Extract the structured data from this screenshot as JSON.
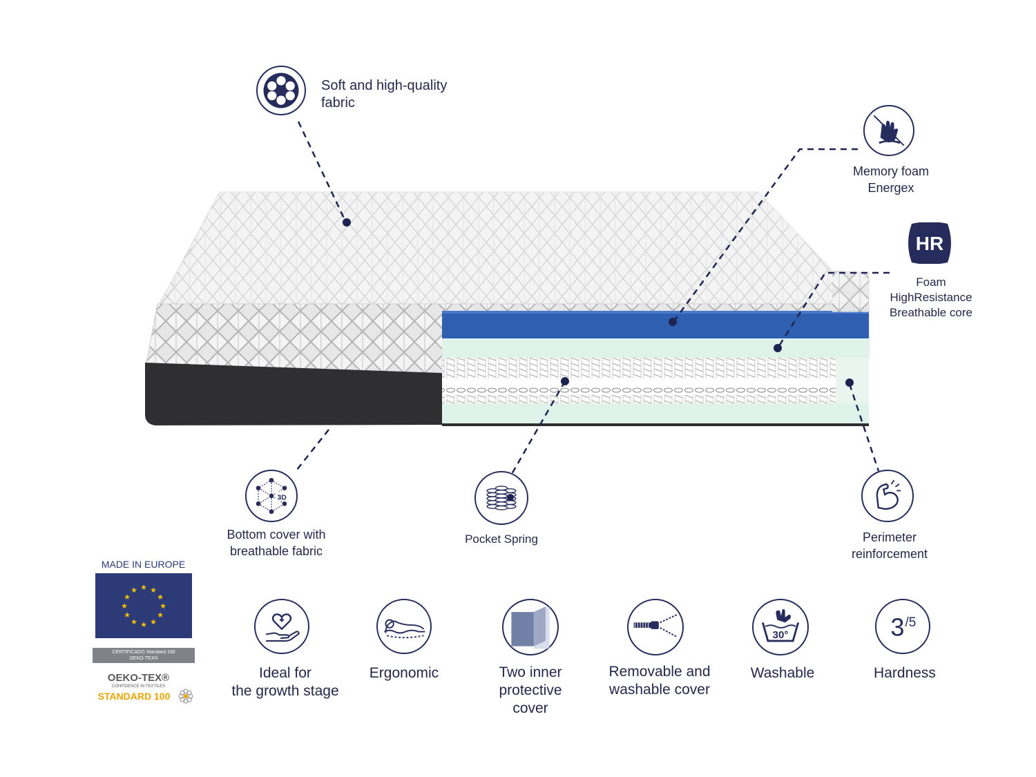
{
  "features": {
    "fabric": {
      "line1": "Soft and high-quality",
      "line2": "fabric",
      "icon": "fabric-dots-icon"
    },
    "memory_foam": {
      "line1": "Memory foam",
      "line2": "Energex",
      "icon": "hand-press-icon"
    },
    "hr_foam": {
      "badge": "HR",
      "line1": "Foam",
      "line2": "HighResistance",
      "line3": "Breathable core",
      "icon": "hr-badge-icon"
    },
    "bottom_cover": {
      "line1": "Bottom cover with",
      "line2": "breathable fabric",
      "badge": "3D",
      "icon": "3d-mesh-icon"
    },
    "pocket_spring": {
      "label": "Pocket Spring",
      "icon": "springs-icon"
    },
    "perimeter": {
      "line1": "Perimeter",
      "line2": "reinforcement",
      "icon": "strong-arm-icon"
    }
  },
  "certification": {
    "made_in": "MADE IN EUROPE",
    "flag_icon": "eu-flag-icon",
    "ribbon_line1": "CERTIFICADO Standard 100",
    "ribbon_line2": "OEKO-TEX®",
    "oeko_title": "OEKO-TEX®",
    "oeko_tagline": "CONFIDENCE IN TEXTILES",
    "oeko_standard": "STANDARD 100",
    "colors": {
      "flag": "#2c3a78",
      "stars": "#f2c200",
      "standard": "#e8a400"
    }
  },
  "bottom_features": [
    {
      "line1": "Ideal for",
      "line2": "the growth stage",
      "icon": "heart-hand-icon"
    },
    {
      "line1": "Ergonomic",
      "icon": "body-contour-icon"
    },
    {
      "line1": "Two inner",
      "line2": "protective",
      "line3": "cover",
      "icon": "layered-cover-icon"
    },
    {
      "line1": "Removable and",
      "line2": "washable cover",
      "icon": "zipper-icon"
    },
    {
      "line1": "Washable",
      "wash_temp": "30°",
      "icon": "wash-30-icon"
    },
    {
      "line1": "Hardness",
      "rating": "3",
      "rating_max": "/5",
      "icon": "hardness-rating-icon"
    }
  ],
  "colors": {
    "navy": "#262c5c",
    "foam_blue": "#2f5fb0",
    "foam_mint": "#dff3ea",
    "base_dark": "#2e2e30"
  }
}
